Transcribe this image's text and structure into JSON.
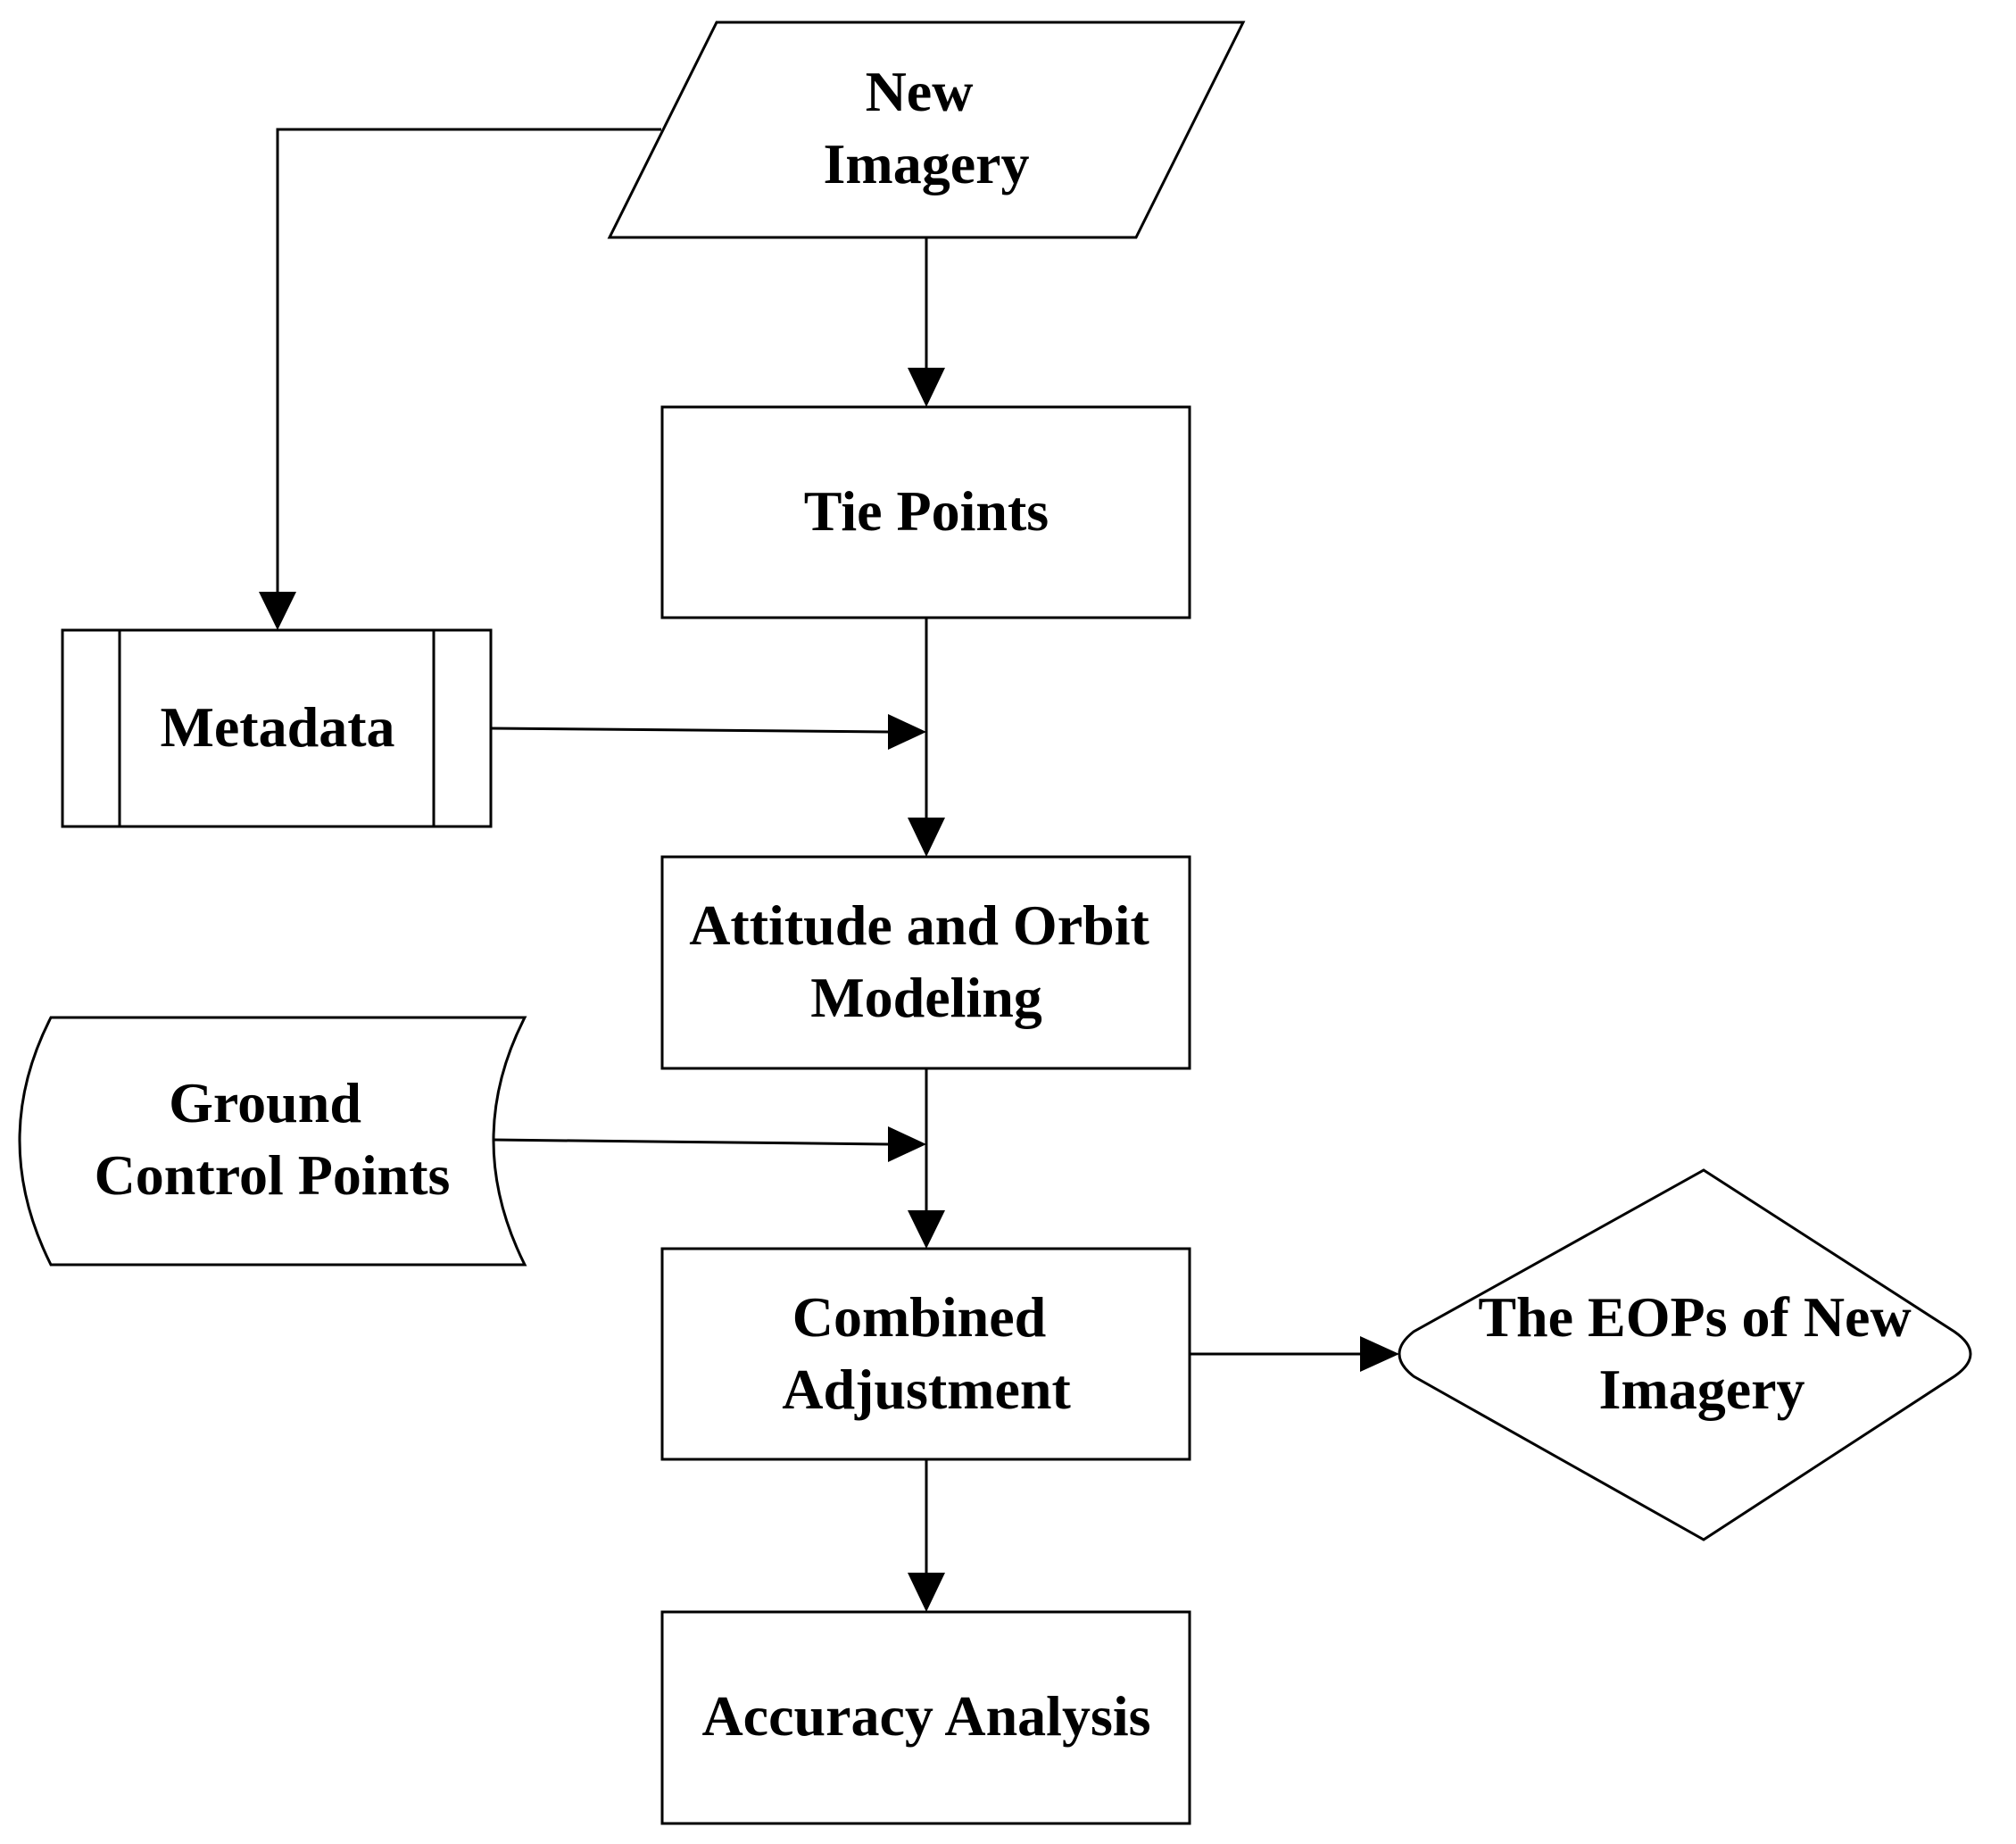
{
  "diagram": {
    "type": "flowchart",
    "nodes": {
      "new_imagery": {
        "shape": "parallelogram",
        "lines": [
          "New",
          "Imagery"
        ]
      },
      "tie_points": {
        "shape": "rectangle",
        "lines": [
          "Tie Points"
        ]
      },
      "metadata": {
        "shape": "predefined-process",
        "lines": [
          "Metadata"
        ]
      },
      "attitude_orbit": {
        "shape": "rectangle",
        "lines": [
          "Attitude and Orbit",
          "Modeling"
        ]
      },
      "ground_control_points": {
        "shape": "stored-data",
        "lines": [
          "Ground",
          "Control Points"
        ]
      },
      "combined_adjustment": {
        "shape": "rectangle",
        "lines": [
          "Combined",
          "Adjustment"
        ]
      },
      "eops": {
        "shape": "hexagon",
        "lines": [
          "The EOPs of New",
          "Imagery"
        ]
      },
      "accuracy_analysis": {
        "shape": "rectangle",
        "lines": [
          "Accuracy Analysis"
        ]
      }
    },
    "edges": [
      {
        "from": "new_imagery",
        "to": "tie_points"
      },
      {
        "from": "new_imagery",
        "to": "metadata"
      },
      {
        "from": "metadata",
        "to": "attitude_orbit"
      },
      {
        "from": "tie_points",
        "to": "attitude_orbit"
      },
      {
        "from": "ground_control_points",
        "to": "combined_adjustment"
      },
      {
        "from": "attitude_orbit",
        "to": "combined_adjustment"
      },
      {
        "from": "combined_adjustment",
        "to": "eops"
      },
      {
        "from": "combined_adjustment",
        "to": "accuracy_analysis"
      }
    ],
    "colors": {
      "stroke": "#000000",
      "fill": "#ffffff",
      "text": "#000000"
    }
  }
}
